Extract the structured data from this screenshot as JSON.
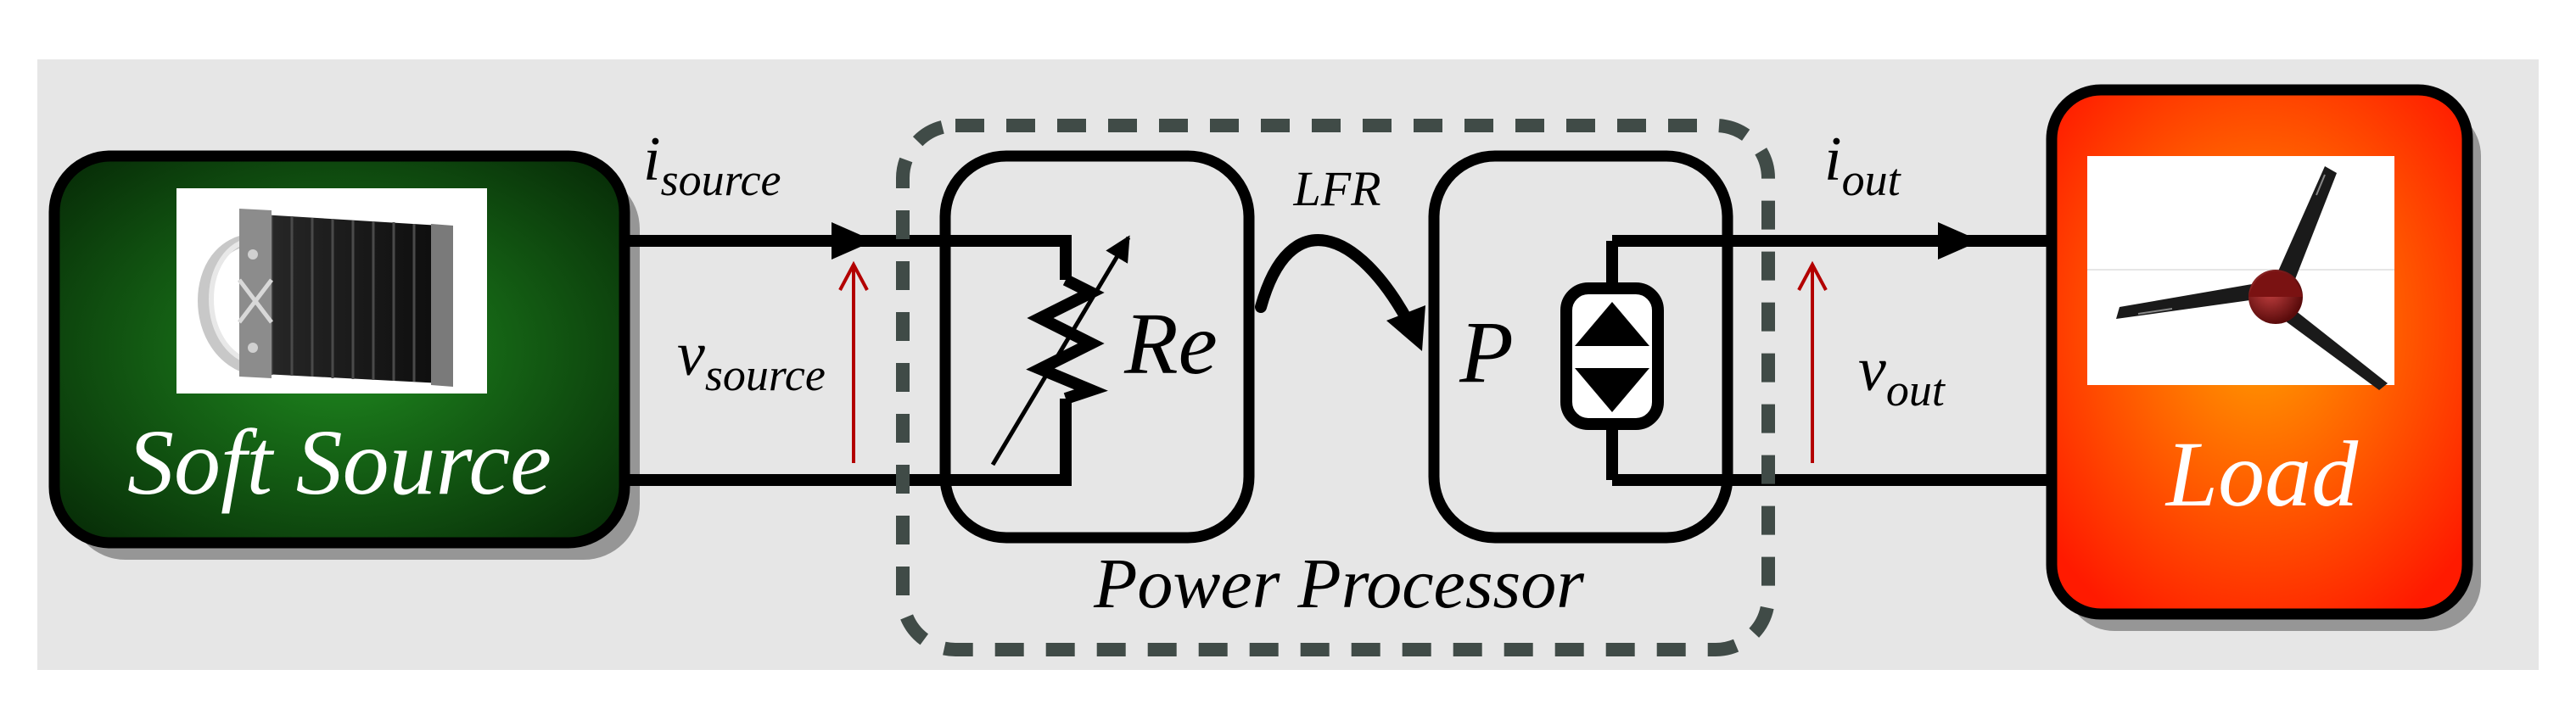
{
  "labels": {
    "source_block": "Soft Source",
    "load_block": "Load",
    "processor": "Power Processor",
    "lfr": "LFR",
    "resistor": "Re",
    "power_source": "P",
    "i_source_main": "i",
    "i_source_sub": "source",
    "v_source_main": "v",
    "v_source_sub": "source",
    "i_out_main": "i",
    "i_out_sub": "out",
    "v_out_main": "v",
    "v_out_sub": "out"
  },
  "icons": {
    "source_image": "fuel-cell-stack-icon",
    "load_image": "propeller-icon"
  },
  "colors": {
    "background": "#e6e6e6",
    "source_fill_center": "#1f8a1f",
    "source_fill_edge": "#062806",
    "load_fill_center": "#ffa000",
    "load_fill_edge": "#ff1a00",
    "dashed_border": "#404b47",
    "voltage_arrow": "#b30000",
    "line": "#000000"
  }
}
